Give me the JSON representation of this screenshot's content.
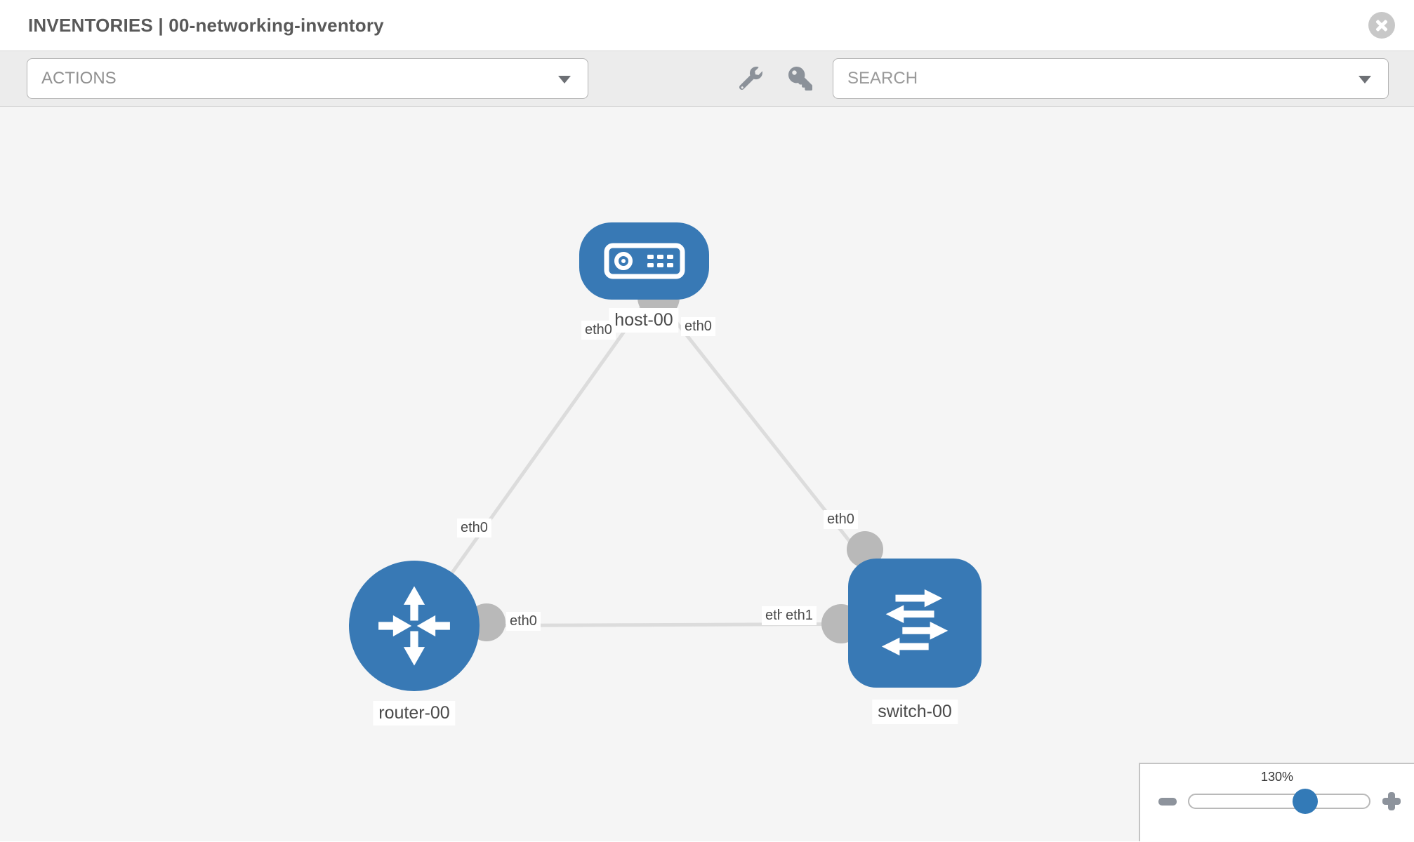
{
  "header": {
    "title": "INVENTORIES | 00-networking-inventory"
  },
  "toolbar": {
    "actions_label": "ACTIONS",
    "search_label": "SEARCH"
  },
  "canvas": {
    "nodes": [
      {
        "id": "host-00",
        "type": "host",
        "label": "host-00"
      },
      {
        "id": "router-00",
        "type": "router",
        "label": "router-00"
      },
      {
        "id": "switch-00",
        "type": "switch",
        "label": "switch-00"
      }
    ],
    "links": [
      {
        "from": "host-00",
        "from_if": "eth0",
        "to": "router-00",
        "to_if": "eth0"
      },
      {
        "from": "host-00",
        "from_if": "eth0",
        "to": "switch-00",
        "to_if": "eth0"
      },
      {
        "from": "router-00",
        "from_if": "eth0",
        "to": "switch-00",
        "to_if": "eth1",
        "to_if_overlapped": "eth0"
      }
    ]
  },
  "zoom_control": {
    "level": "130%"
  },
  "icons": {
    "close": "x-circle",
    "wrench": "wrench",
    "key": "key",
    "dropdown_caret": "chevron-down",
    "zoom_out": "minus",
    "zoom_in": "plus"
  },
  "colors": {
    "node_blue": "#3879b5",
    "interface_dot_gray": "#b9b9b9",
    "link_gray": "#dcdcdc",
    "slider_handle_blue": "#337ab7",
    "canvas_background": "#f5f5f5",
    "toolbar_background": "#ececec"
  }
}
